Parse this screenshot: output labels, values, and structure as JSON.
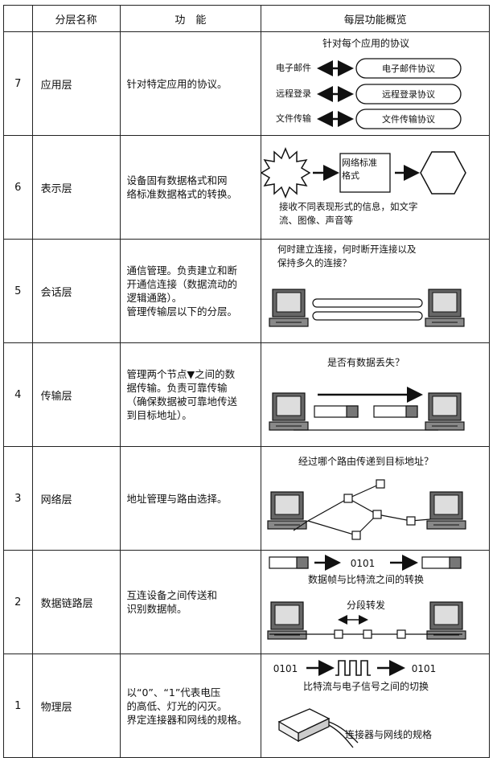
{
  "header": {
    "col_num": "",
    "col_name": "分层名称",
    "col_func": "功　能",
    "col_overview": "每层功能概览"
  },
  "layers": [
    {
      "num": "7",
      "name": "应用层",
      "func": "针对特定应用的协议。",
      "diagram": {
        "title": "针对每个应用的协议",
        "rows": [
          {
            "left": "电子邮件",
            "right": "电子邮件协议"
          },
          {
            "left": "远程登录",
            "right": "远程登录协议"
          },
          {
            "left": "文件传输",
            "right": "文件传输协议"
          }
        ]
      }
    },
    {
      "num": "6",
      "name": "表示层",
      "func": "设备固有数据格式和网\n络标准数据格式的转换。",
      "diagram": {
        "box": "网络标准\n格式",
        "caption": "接收不同表现形式的信息，如文字\n流、图像、声音等"
      }
    },
    {
      "num": "5",
      "name": "会话层",
      "func": "通信管理。负责建立和断\n开通信连接（数据流动的\n逻辑通路）。\n管理传输层以下的分层。",
      "diagram": {
        "caption": "何时建立连接，何时断开连接以及\n保持多久的连接？"
      }
    },
    {
      "num": "4",
      "name": "传输层",
      "func": "管理两个节点▼之间的数\n据传输。负责可靠传输\n（确保数据被可靠地传送\n到目标地址）。",
      "diagram": {
        "caption": "是否有数据丢失？"
      }
    },
    {
      "num": "3",
      "name": "网络层",
      "func": "地址管理与路由选择。",
      "diagram": {
        "caption": "经过哪个路由传递到目标地址？"
      }
    },
    {
      "num": "2",
      "name": "数据链路层",
      "func": "互连设备之间传送和\n识别数据帧。",
      "diagram": {
        "bits": "0101",
        "caption": "数据帧与比特流之间的转换",
        "segment": "分段转发"
      }
    },
    {
      "num": "1",
      "name": "物理层",
      "func": "以“0”、“1”代表电压\n的高低、灯光的闪灭。\n界定连接器和网线的规格。",
      "diagram": {
        "bits_left": "0101",
        "bits_right": "0101",
        "caption": "比特流与电子信号之间的切换",
        "connector": "连接器与网线的规格"
      }
    }
  ],
  "colors": {
    "line": "#111111",
    "frame_dark": "#555555",
    "screen": "#dddddd"
  }
}
